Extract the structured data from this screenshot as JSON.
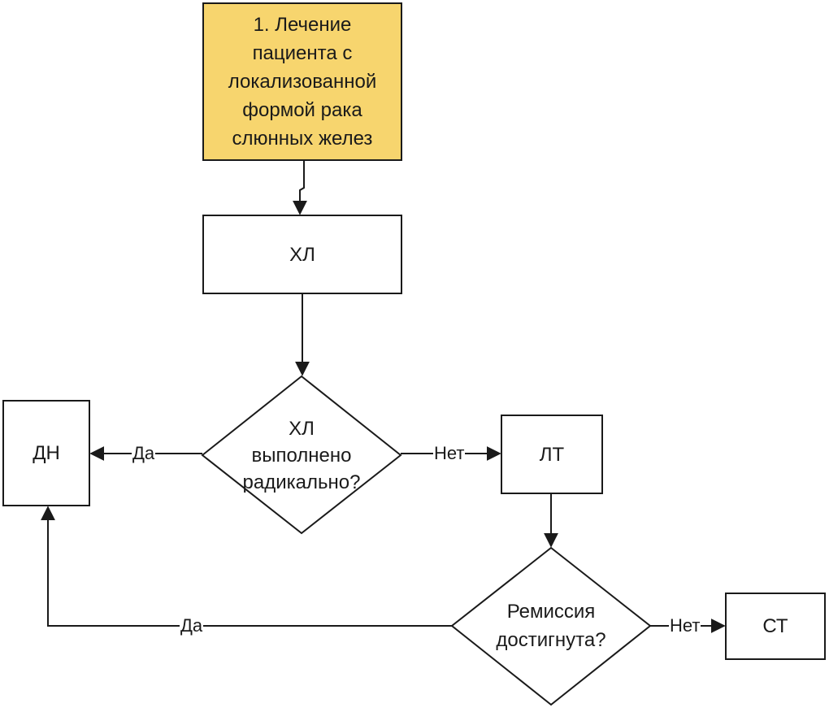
{
  "colors": {
    "start_fill": "#f7d56e",
    "stroke": "#1a1a1a",
    "background": "#ffffff"
  },
  "nodes": {
    "start": "1. Лечение\nпациента с\nлокализованной\nформой рака\nслюнных желез",
    "hl": "ХЛ",
    "decision1": "ХЛ\nвыполнено\nрадикально?",
    "dn": "ДН",
    "lt": "ЛТ",
    "decision2": "Ремиссия\nдостигнута?",
    "st": "СТ"
  },
  "edges": {
    "d1_yes": "Да",
    "d1_no": "Нет",
    "d2_yes": "Да",
    "d2_no": "Нет"
  }
}
